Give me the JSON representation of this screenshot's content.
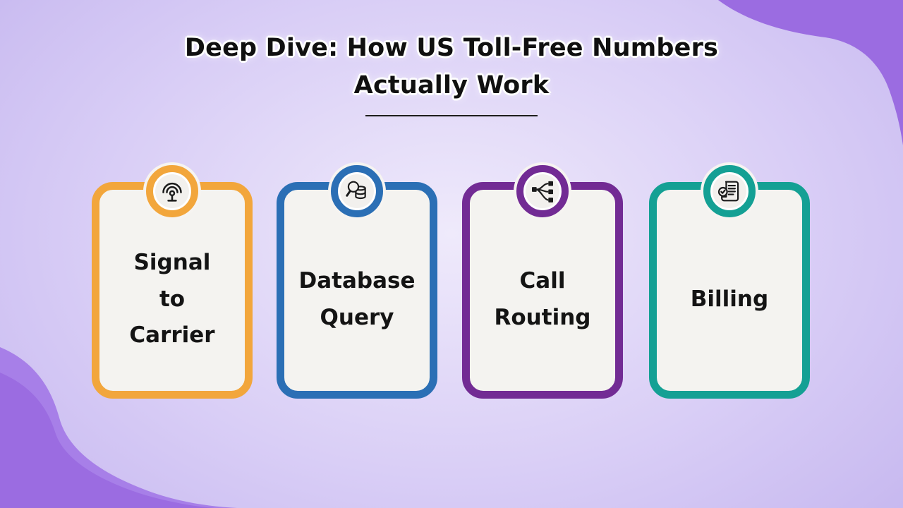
{
  "title": {
    "text": "Deep Dive: How US Toll-Free Numbers\nActually Work"
  },
  "cards": [
    {
      "label": "Signal\nto\nCarrier",
      "accent": "#F2A63C",
      "icon": "broadcast-antenna-icon"
    },
    {
      "label": "Database\nQuery",
      "accent": "#2B6FB5",
      "icon": "database-search-icon"
    },
    {
      "label": "Call\nRouting",
      "accent": "#722B94",
      "icon": "call-routing-icon"
    },
    {
      "label": "Billing",
      "accent": "#14A094",
      "icon": "billing-scroll-icon"
    }
  ],
  "background": {
    "base_center": "#EFEAFB",
    "base_mid": "#D9CEF6",
    "base_edge": "#C5B6EF",
    "wave_purple": "#9B6CE1",
    "wave_purple_light": "#A77FE8",
    "card_fill": "#F4F3F0",
    "text_color": "#141414"
  }
}
